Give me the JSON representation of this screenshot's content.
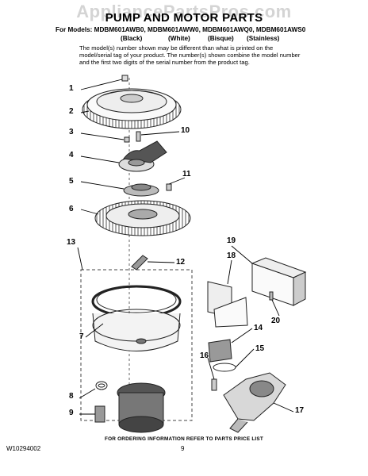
{
  "watermark": "AppliancePartsPros.com",
  "title": "PUMP AND MOTOR PARTS",
  "models_line": "For Models: MDBM601AWB0, MDBM601AWW0, MDBM601AWQ0, MDBM601AWS0",
  "colors": [
    "(Black)",
    "(White)",
    "(Bisque)",
    "(Stainless)"
  ],
  "note": "The model(s) number shown may be different than what is printed on the model/serial tag of your product. The number(s) shown combine the model number and the first two digits of the serial number from the product tag.",
  "callouts": [
    "1",
    "2",
    "3",
    "10",
    "4",
    "11",
    "5",
    "6",
    "13",
    "12",
    "19",
    "18",
    "7",
    "20",
    "14",
    "15",
    "16",
    "8",
    "9",
    "17"
  ],
  "footer": "FOR ORDERING INFORMATION REFER TO PARTS PRICE LIST",
  "doc_number": "W10294002",
  "page_number": "9"
}
